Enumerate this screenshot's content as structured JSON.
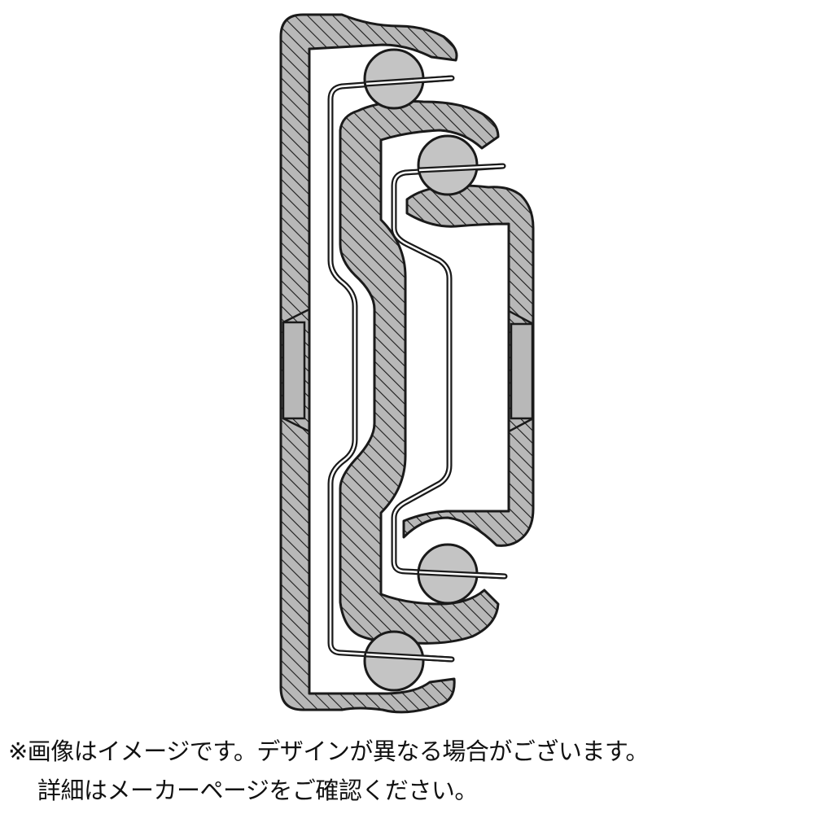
{
  "diagram": {
    "subject": "drawer-slide-rail-cross-section",
    "colors": {
      "outline": "#1a1a1a",
      "fill": "#b8b8b8",
      "hatch": "#1a1a1a",
      "ball": "#c4c4c4",
      "background": "#ffffff"
    }
  },
  "caption": {
    "line1": "※画像はイメージです。デザインが異なる場合がございます。",
    "line2": "詳細はメーカーページをご確認ください。"
  }
}
